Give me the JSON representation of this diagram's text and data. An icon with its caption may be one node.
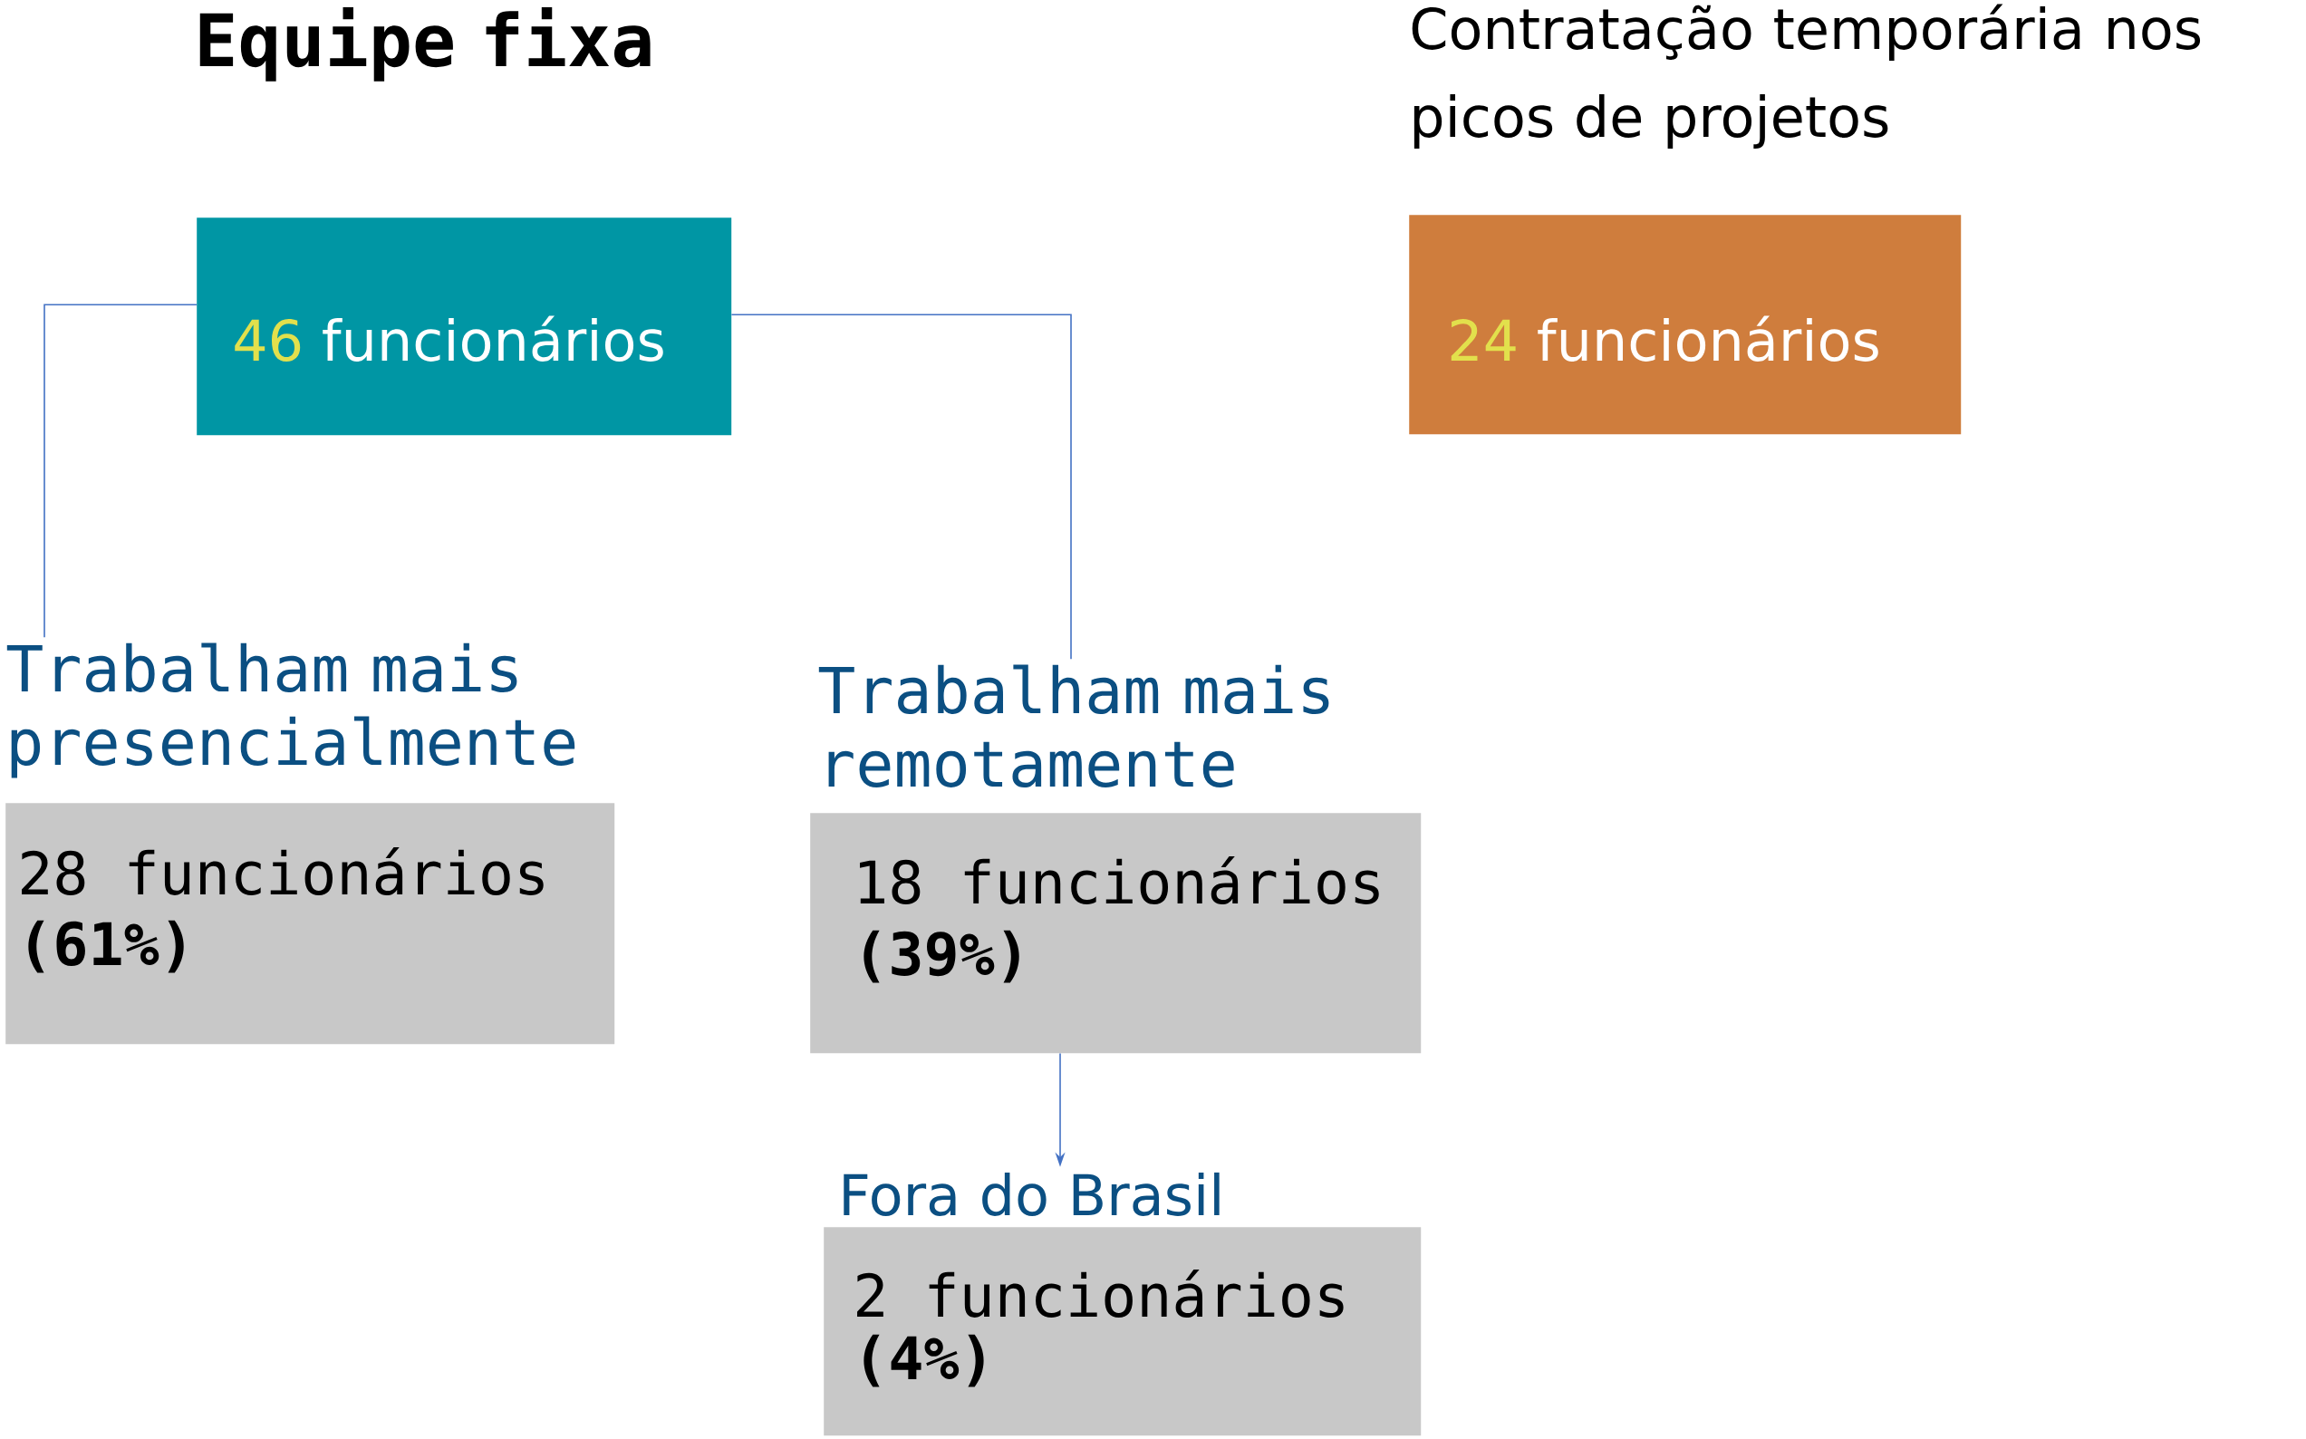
{
  "diagram": {
    "nodes": [
      {
        "text": [
          "Equipe fixa",
          "46",
          "funcionários"
        ]
      },
      {
        "text": [
          "Contratação temporária nos picos de projetos",
          "24",
          "funcionários"
        ]
      },
      {
        "text": [
          "Trabalham mais presencialmente",
          "28 funcionários",
          "(61%)"
        ]
      },
      {
        "text": [
          "Trabalham mais remotamente",
          "18 funcionários",
          "(39%)"
        ]
      },
      {
        "text": [
          "Fora do Brasil",
          "2 funcionários",
          "(4%)"
        ]
      }
    ],
    "edges": [
      {
        "from": 0,
        "to": 2,
        "arrow": "none"
      },
      {
        "from": 0,
        "to": 3,
        "arrow": "none"
      },
      {
        "from": 3,
        "to": 4,
        "arrow": "to"
      }
    ]
  }
}
